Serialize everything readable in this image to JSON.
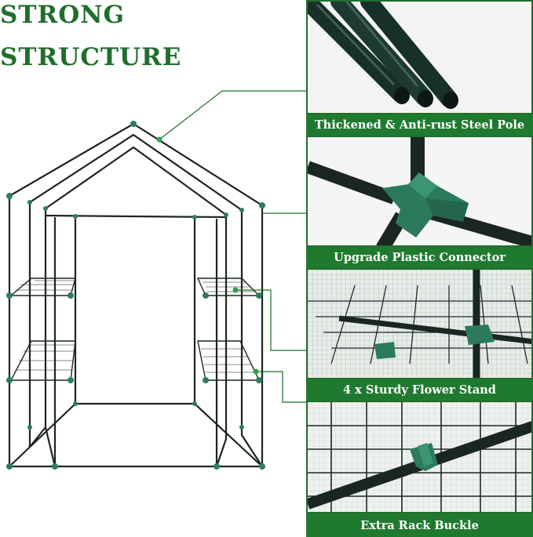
{
  "headline": {
    "line1": "STRONG",
    "line2": "STRUCTURE"
  },
  "features": [
    {
      "caption": "Thickened & Anti-rust Steel Pole",
      "icon": "steel-pole-closeup"
    },
    {
      "caption": "Upgrade Plastic Connector",
      "icon": "plastic-connector-closeup"
    },
    {
      "caption": "4 x Sturdy Flower Stand",
      "icon": "flower-stand-closeup"
    },
    {
      "caption": "Extra Rack Buckle",
      "icon": "rack-buckle-closeup"
    }
  ],
  "colors": {
    "brand_green": "#1f7a30",
    "connector_green": "#2e7a5a",
    "frame_dark": "#1a2a22"
  }
}
